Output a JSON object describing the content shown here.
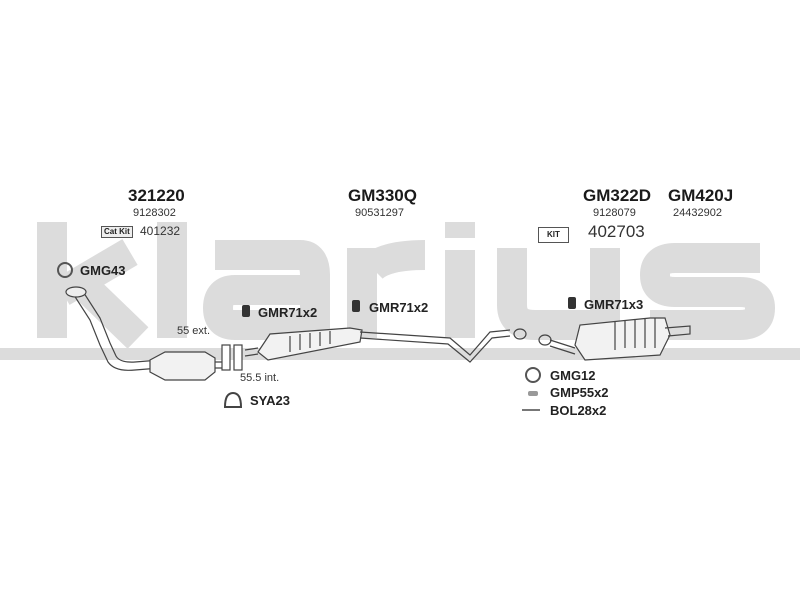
{
  "watermark": "klarius",
  "parts": [
    {
      "code": "321220",
      "ref": "9128302"
    },
    {
      "code": "GM330Q",
      "ref": "90531297"
    },
    {
      "code": "GM322D",
      "ref": "9128079"
    },
    {
      "code": "GM420J",
      "ref": "24432902"
    }
  ],
  "kits": [
    {
      "badge": "Cat Kit",
      "number": "401232"
    },
    {
      "badge": "KIT",
      "number": "402703"
    }
  ],
  "labels": {
    "gmg43": "GMG43",
    "gmr71_a": "GMR71x2",
    "gmr71_b": "GMR71x2",
    "gmr71_c": "GMR71x3",
    "ext": "55 ext.",
    "int": "55.5 int.",
    "sya23": "SYA23",
    "gmg12": "GMG12",
    "gmp55": "GMP55x2",
    "bol28": "BOL28x2"
  }
}
